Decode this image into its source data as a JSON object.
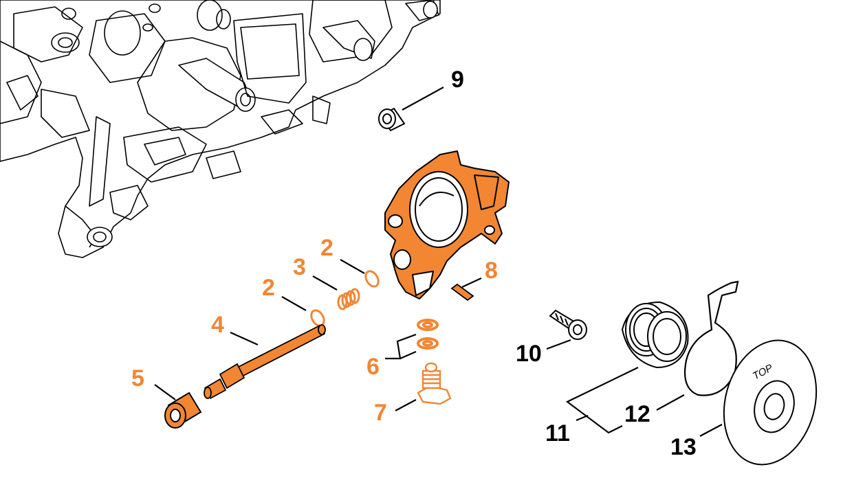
{
  "colors": {
    "highlight": "#F28633",
    "ink": "#000000",
    "background": "#FFFFFF"
  },
  "callouts": [
    {
      "id": "p2a",
      "label": "2",
      "color": "highlight"
    },
    {
      "id": "p3",
      "label": "3",
      "color": "highlight"
    },
    {
      "id": "p2b",
      "label": "2",
      "color": "highlight"
    },
    {
      "id": "p4",
      "label": "4",
      "color": "highlight"
    },
    {
      "id": "p5",
      "label": "5",
      "color": "highlight"
    },
    {
      "id": "p6",
      "label": "6",
      "color": "highlight"
    },
    {
      "id": "p7",
      "label": "7",
      "color": "highlight"
    },
    {
      "id": "p8",
      "label": "8",
      "color": "highlight"
    },
    {
      "id": "p9",
      "label": "9",
      "color": "ink"
    },
    {
      "id": "p10",
      "label": "10",
      "color": "ink"
    },
    {
      "id": "p11",
      "label": "11",
      "color": "ink"
    },
    {
      "id": "p12",
      "label": "12",
      "color": "ink"
    },
    {
      "id": "p13",
      "label": "13",
      "color": "ink"
    }
  ],
  "cover_disc_marking": "TOP"
}
